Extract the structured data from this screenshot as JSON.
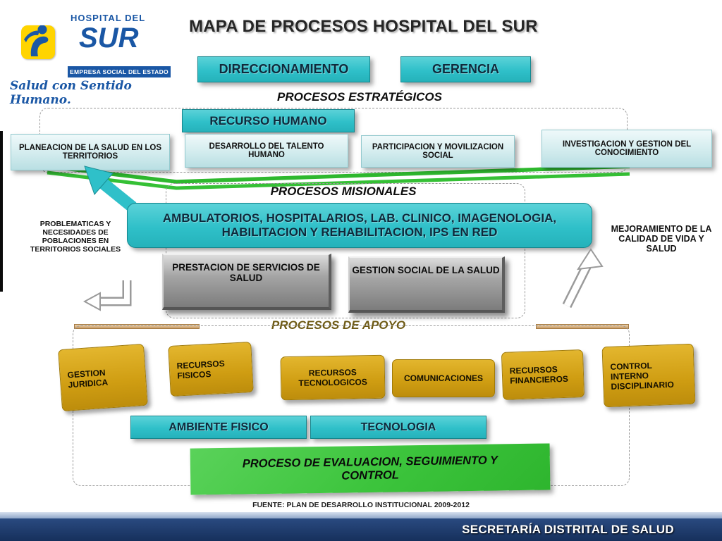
{
  "logo": {
    "hospital_del": "HOSPITAL DEL",
    "sur": "SUR",
    "empresa": "EMPRESA SOCIAL DEL ESTADO",
    "tagline": "Salud con Sentido Humano."
  },
  "title": "MAPA DE PROCESOS HOSPITAL DEL SUR",
  "strategic": {
    "direccionamiento": "DIRECCIONAMIENTO",
    "gerencia": "GERENCIA",
    "label": "PROCESOS ESTRATÉGICOS",
    "recurso_humano": "RECURSO HUMANO",
    "boxes": [
      "PLANEACION DE LA SALUD EN LOS TERRITORIOS",
      "DESARROLLO DEL TALENTO HUMANO",
      "PARTICIPACION Y MOVILIZACION SOCIAL",
      "INVESTIGACION Y GESTION DEL CONOCIMIENTO"
    ]
  },
  "misionales": {
    "label": "PROCESOS MISIONALES",
    "main_box": "AMBULATORIOS, HOSPITALARIOS, LAB. CLINICO, IMAGENOLOGIA, HABILITACION  Y REHABILITACION, IPS EN RED",
    "left_note": "PROBLEMATICAS Y NECESIDADES DE POBLACIONES EN TERRITORIOS SOCIALES",
    "right_note": "MEJORAMIENTO DE LA CALIDAD DE VIDA Y SALUD",
    "gray_boxes": [
      "PRESTACION DE SERVICIOS DE SALUD",
      "GESTION SOCIAL DE LA SALUD"
    ]
  },
  "apoyo": {
    "label": "PROCESOS DE APOYO",
    "boxes": [
      "GESTION JURIDICA",
      "RECURSOS FISICOS",
      "RECURSOS TECNOLOGICOS",
      "COMUNICACIONES",
      "RECURSOS FINANCIEROS",
      "CONTROL INTERNO DISCIPLINARIO"
    ],
    "ambiente_fisico": "AMBIENTE FISICO",
    "tecnologia": "TECNOLOGIA"
  },
  "evaluacion": {
    "label": "PROCESO DE EVALUACION, SEGUIMIENTO Y CONTROL"
  },
  "footer": {
    "fuente": "FUENTE: PLAN DE DESARROLLO INSTITUCIONAL 2009-2012",
    "bar": "SECRETARÍA DISTRITAL DE SALUD"
  },
  "colors": {
    "teal": "#2FC0C9",
    "pale_teal": "#CFEDEF",
    "gray": "#8E8E8E",
    "gold": "#D2A013",
    "green": "#3FC63F",
    "bar_blue": "#1E3C6E"
  }
}
